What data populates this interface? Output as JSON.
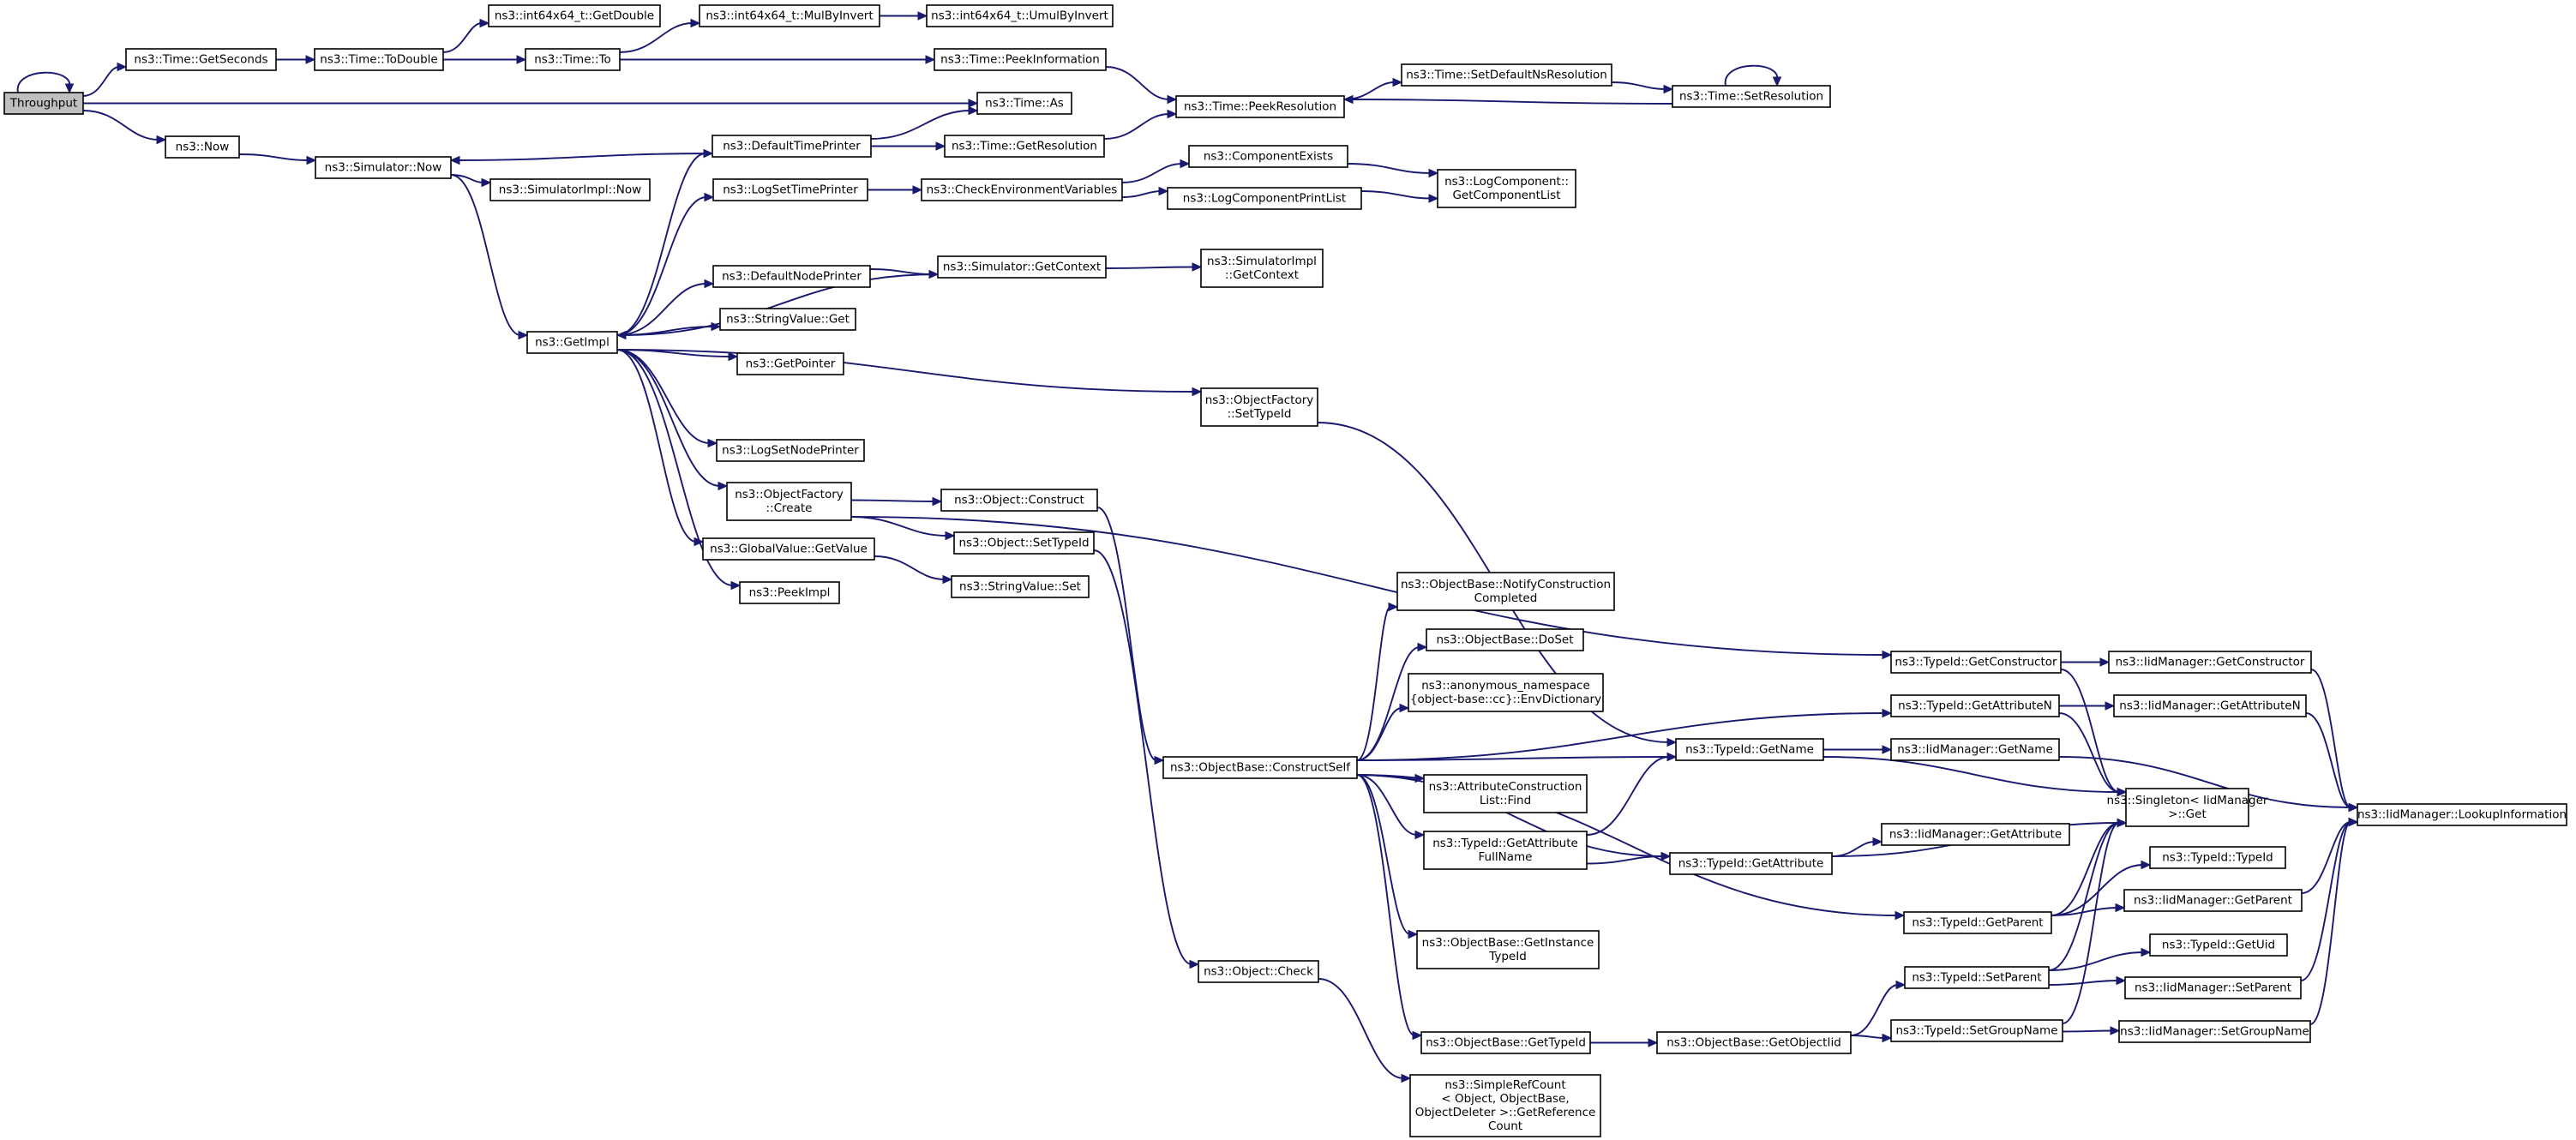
{
  "graph": {
    "colors": {
      "edge": "#191970",
      "node_fill": "#ffffff",
      "root_fill": "#bfbfbf",
      "node_border": "#000000"
    },
    "nodes": [
      {
        "id": "throughput",
        "lines": [
          "Throughput"
        ],
        "root": true
      },
      {
        "id": "getseconds",
        "lines": [
          "ns3::Time::GetSeconds"
        ]
      },
      {
        "id": "todouble",
        "lines": [
          "ns3::Time::ToDouble"
        ]
      },
      {
        "id": "getdouble",
        "lines": [
          "ns3::int64x64_t::GetDouble"
        ]
      },
      {
        "id": "mulbyinvert",
        "lines": [
          "ns3::int64x64_t::MulByInvert"
        ]
      },
      {
        "id": "umulbyinvert",
        "lines": [
          "ns3::int64x64_t::UmulByInvert"
        ]
      },
      {
        "id": "time_to",
        "lines": [
          "ns3::Time::To"
        ]
      },
      {
        "id": "peekinformation",
        "lines": [
          "ns3::Time::PeekInformation"
        ]
      },
      {
        "id": "time_as",
        "lines": [
          "ns3::Time::As"
        ]
      },
      {
        "id": "peekresolution",
        "lines": [
          "ns3::Time::PeekResolution"
        ]
      },
      {
        "id": "setdefaultns",
        "lines": [
          "ns3::Time::SetDefaultNsResolution"
        ]
      },
      {
        "id": "setresolution",
        "lines": [
          "ns3::Time::SetResolution"
        ]
      },
      {
        "id": "now",
        "lines": [
          "ns3::Now"
        ]
      },
      {
        "id": "sim_now",
        "lines": [
          "ns3::Simulator::Now"
        ]
      },
      {
        "id": "simimpl_now",
        "lines": [
          "ns3::SimulatorImpl::Now"
        ]
      },
      {
        "id": "defaulttimeprinter",
        "lines": [
          "ns3::DefaultTimePrinter"
        ]
      },
      {
        "id": "getresolution",
        "lines": [
          "ns3::Time::GetResolution"
        ]
      },
      {
        "id": "logsettimeprinter",
        "lines": [
          "ns3::LogSetTimePrinter"
        ]
      },
      {
        "id": "checkenv",
        "lines": [
          "ns3::CheckEnvironmentVariables"
        ]
      },
      {
        "id": "componentexists",
        "lines": [
          "ns3::ComponentExists"
        ]
      },
      {
        "id": "logcomponentprintlist",
        "lines": [
          "ns3::LogComponentPrintList"
        ]
      },
      {
        "id": "getcomponentlist",
        "lines": [
          "ns3::LogComponent::",
          "GetComponentList"
        ]
      },
      {
        "id": "defaultnodeprinter",
        "lines": [
          "ns3::DefaultNodePrinter"
        ]
      },
      {
        "id": "sim_getcontext",
        "lines": [
          "ns3::Simulator::GetContext"
        ]
      },
      {
        "id": "simimpl_getcontext",
        "lines": [
          "ns3::SimulatorImpl",
          "::GetContext"
        ]
      },
      {
        "id": "getimpl",
        "lines": [
          "ns3::GetImpl"
        ]
      },
      {
        "id": "stringvalue_get",
        "lines": [
          "ns3::StringValue::Get"
        ]
      },
      {
        "id": "getpointer",
        "lines": [
          "ns3::GetPointer"
        ]
      },
      {
        "id": "of_settypeid",
        "lines": [
          "ns3::ObjectFactory",
          "::SetTypeId"
        ]
      },
      {
        "id": "logsetnodeprinter",
        "lines": [
          "ns3::LogSetNodePrinter"
        ]
      },
      {
        "id": "of_create",
        "lines": [
          "ns3::ObjectFactory",
          "::Create"
        ]
      },
      {
        "id": "obj_construct",
        "lines": [
          "ns3::Object::Construct"
        ]
      },
      {
        "id": "obj_settypeid",
        "lines": [
          "ns3::Object::SetTypeId"
        ]
      },
      {
        "id": "gv_getvalue",
        "lines": [
          "ns3::GlobalValue::GetValue"
        ]
      },
      {
        "id": "stringvalue_set",
        "lines": [
          "ns3::StringValue::Set"
        ]
      },
      {
        "id": "peekimpl",
        "lines": [
          "ns3::PeekImpl"
        ]
      },
      {
        "id": "notifyconstruction",
        "lines": [
          "ns3::ObjectBase::NotifyConstruction",
          "Completed"
        ]
      },
      {
        "id": "doset",
        "lines": [
          "ns3::ObjectBase::DoSet"
        ]
      },
      {
        "id": "envdictionary",
        "lines": [
          "ns3::anonymous_namespace",
          "{object-base::cc}::EnvDictionary"
        ]
      },
      {
        "id": "constructself",
        "lines": [
          "ns3::ObjectBase::ConstructSelf"
        ]
      },
      {
        "id": "attrconstructfind",
        "lines": [
          "ns3::AttributeConstruction",
          "List::Find"
        ]
      },
      {
        "id": "getattrfullname",
        "lines": [
          "ns3::TypeId::GetAttribute",
          "FullName"
        ]
      },
      {
        "id": "getinstancetypeid",
        "lines": [
          "ns3::ObjectBase::GetInstance",
          "TypeId"
        ]
      },
      {
        "id": "obj_check",
        "lines": [
          "ns3::Object::Check"
        ]
      },
      {
        "id": "ob_gettypeid",
        "lines": [
          "ns3::ObjectBase::GetTypeId"
        ]
      },
      {
        "id": "simplerefcount",
        "lines": [
          "ns3::SimpleRefCount",
          "< Object, ObjectBase,",
          "ObjectDeleter >::GetReference",
          "Count"
        ]
      },
      {
        "id": "tid_getname",
        "lines": [
          "ns3::TypeId::GetName"
        ]
      },
      {
        "id": "tid_getattribute",
        "lines": [
          "ns3::TypeId::GetAttribute"
        ]
      },
      {
        "id": "ob_getobjectiid",
        "lines": [
          "ns3::ObjectBase::GetObjectIid"
        ]
      },
      {
        "id": "tid_getconstructor",
        "lines": [
          "ns3::TypeId::GetConstructor"
        ]
      },
      {
        "id": "tid_getattributen",
        "lines": [
          "ns3::TypeId::GetAttributeN"
        ]
      },
      {
        "id": "iid_getname",
        "lines": [
          "ns3::IidManager::GetName"
        ]
      },
      {
        "id": "iid_getattribute",
        "lines": [
          "ns3::IidManager::GetAttribute"
        ]
      },
      {
        "id": "tid_getparent",
        "lines": [
          "ns3::TypeId::GetParent"
        ]
      },
      {
        "id": "tid_setparent",
        "lines": [
          "ns3::TypeId::SetParent"
        ]
      },
      {
        "id": "tid_setgroupname",
        "lines": [
          "ns3::TypeId::SetGroupName"
        ]
      },
      {
        "id": "iid_getconstructor",
        "lines": [
          "ns3::IidManager::GetConstructor"
        ]
      },
      {
        "id": "iid_getattributen",
        "lines": [
          "ns3::IidManager::GetAttributeN"
        ]
      },
      {
        "id": "singleton_get",
        "lines": [
          "ns3::Singleton< IidManager",
          ">::Get"
        ]
      },
      {
        "id": "tid_typeid",
        "lines": [
          "ns3::TypeId::TypeId"
        ]
      },
      {
        "id": "iid_getparent",
        "lines": [
          "ns3::IidManager::GetParent"
        ]
      },
      {
        "id": "tid_getuid",
        "lines": [
          "ns3::TypeId::GetUid"
        ]
      },
      {
        "id": "iid_setparent",
        "lines": [
          "ns3::IidManager::SetParent"
        ]
      },
      {
        "id": "iid_setgroupname",
        "lines": [
          "ns3::IidManager::SetGroupName"
        ]
      },
      {
        "id": "iid_lookupinfo",
        "lines": [
          "ns3::IidManager::LookupInformation"
        ]
      }
    ],
    "edges": [
      [
        "throughput",
        "throughput"
      ],
      [
        "throughput",
        "getseconds"
      ],
      [
        "throughput",
        "time_as"
      ],
      [
        "throughput",
        "now"
      ],
      [
        "getseconds",
        "todouble"
      ],
      [
        "todouble",
        "getdouble"
      ],
      [
        "todouble",
        "time_to"
      ],
      [
        "time_to",
        "mulbyinvert"
      ],
      [
        "time_to",
        "peekinformation"
      ],
      [
        "mulbyinvert",
        "umulbyinvert"
      ],
      [
        "peekinformation",
        "peekresolution"
      ],
      [
        "setdefaultns",
        "setresolution"
      ],
      [
        "setresolution",
        "peekresolution"
      ],
      [
        "setresolution",
        "setresolution"
      ],
      [
        "peekresolution",
        "setdefaultns"
      ],
      [
        "now",
        "sim_now"
      ],
      [
        "sim_now",
        "simimpl_now"
      ],
      [
        "sim_now",
        "getimpl"
      ],
      [
        "defaulttimeprinter",
        "sim_now"
      ],
      [
        "defaulttimeprinter",
        "time_as"
      ],
      [
        "defaulttimeprinter",
        "getresolution"
      ],
      [
        "getresolution",
        "peekresolution"
      ],
      [
        "logsettimeprinter",
        "checkenv"
      ],
      [
        "checkenv",
        "componentexists"
      ],
      [
        "checkenv",
        "logcomponentprintlist"
      ],
      [
        "componentexists",
        "getcomponentlist"
      ],
      [
        "logcomponentprintlist",
        "getcomponentlist"
      ],
      [
        "defaultnodeprinter",
        "sim_getcontext"
      ],
      [
        "sim_getcontext",
        "simimpl_getcontext"
      ],
      [
        "sim_getcontext",
        "getimpl"
      ],
      [
        "getimpl",
        "defaulttimeprinter"
      ],
      [
        "getimpl",
        "logsettimeprinter"
      ],
      [
        "getimpl",
        "defaultnodeprinter"
      ],
      [
        "getimpl",
        "stringvalue_get"
      ],
      [
        "getimpl",
        "getpointer"
      ],
      [
        "getimpl",
        "of_settypeid"
      ],
      [
        "getimpl",
        "logsetnodeprinter"
      ],
      [
        "getimpl",
        "of_create"
      ],
      [
        "getimpl",
        "gv_getvalue"
      ],
      [
        "getimpl",
        "peekimpl"
      ],
      [
        "of_create",
        "obj_construct"
      ],
      [
        "of_create",
        "obj_settypeid"
      ],
      [
        "of_create",
        "tid_getconstructor"
      ],
      [
        "gv_getvalue",
        "stringvalue_set"
      ],
      [
        "of_settypeid",
        "tid_getname"
      ],
      [
        "obj_construct",
        "constructself"
      ],
      [
        "obj_settypeid",
        "obj_check"
      ],
      [
        "obj_check",
        "simplerefcount"
      ],
      [
        "constructself",
        "notifyconstruction"
      ],
      [
        "constructself",
        "doset"
      ],
      [
        "constructself",
        "envdictionary"
      ],
      [
        "constructself",
        "attrconstructfind"
      ],
      [
        "constructself",
        "getattrfullname"
      ],
      [
        "constructself",
        "getinstancetypeid"
      ],
      [
        "constructself",
        "ob_gettypeid"
      ],
      [
        "constructself",
        "tid_getname"
      ],
      [
        "constructself",
        "tid_getattribute"
      ],
      [
        "constructself",
        "tid_getattributen"
      ],
      [
        "constructself",
        "tid_getparent"
      ],
      [
        "getattrfullname",
        "tid_getname"
      ],
      [
        "getattrfullname",
        "tid_getattribute"
      ],
      [
        "ob_gettypeid",
        "ob_getobjectiid"
      ],
      [
        "ob_getobjectiid",
        "tid_setparent"
      ],
      [
        "ob_getobjectiid",
        "tid_setgroupname"
      ],
      [
        "tid_getname",
        "iid_getname"
      ],
      [
        "tid_getname",
        "singleton_get"
      ],
      [
        "tid_getattribute",
        "iid_getattribute"
      ],
      [
        "tid_getattribute",
        "singleton_get"
      ],
      [
        "tid_getconstructor",
        "iid_getconstructor"
      ],
      [
        "tid_getconstructor",
        "singleton_get"
      ],
      [
        "tid_getattributen",
        "iid_getattributen"
      ],
      [
        "tid_getattributen",
        "singleton_get"
      ],
      [
        "tid_getparent",
        "tid_typeid"
      ],
      [
        "tid_getparent",
        "iid_getparent"
      ],
      [
        "tid_getparent",
        "singleton_get"
      ],
      [
        "tid_setparent",
        "tid_getuid"
      ],
      [
        "tid_setparent",
        "iid_setparent"
      ],
      [
        "tid_setparent",
        "singleton_get"
      ],
      [
        "tid_setgroupname",
        "iid_setgroupname"
      ],
      [
        "tid_setgroupname",
        "singleton_get"
      ],
      [
        "iid_getconstructor",
        "iid_lookupinfo"
      ],
      [
        "iid_getattributen",
        "iid_lookupinfo"
      ],
      [
        "iid_getname",
        "iid_lookupinfo"
      ],
      [
        "iid_getparent",
        "iid_lookupinfo"
      ],
      [
        "iid_setparent",
        "iid_lookupinfo"
      ],
      [
        "iid_setgroupname",
        "iid_lookupinfo"
      ]
    ]
  }
}
